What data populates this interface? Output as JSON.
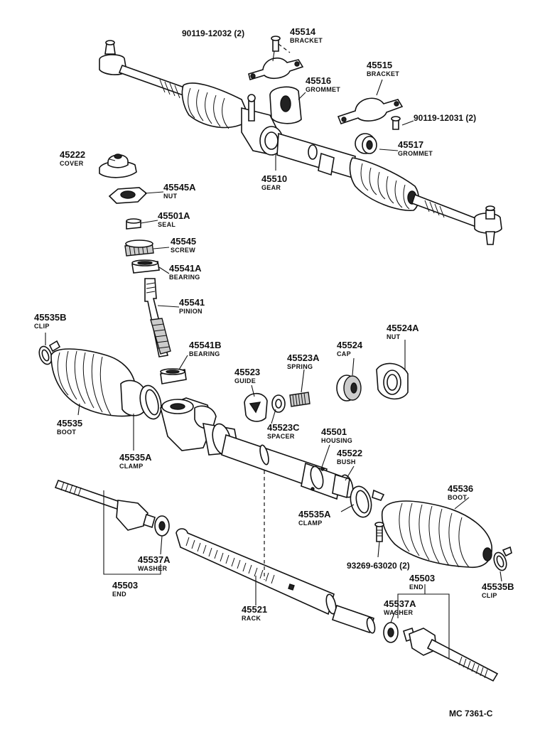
{
  "callouts": [
    {
      "id": "c1",
      "number": "90119-12032 (2)",
      "name": ""
    },
    {
      "id": "c2",
      "number": "45514",
      "name": "BRACKET"
    },
    {
      "id": "c3",
      "number": "45516",
      "name": "GROMMET"
    },
    {
      "id": "c4",
      "number": "45515",
      "name": "BRACKET"
    },
    {
      "id": "c5",
      "number": "90119-12031 (2)",
      "name": ""
    },
    {
      "id": "c6",
      "number": "45517",
      "name": "GROMMET"
    },
    {
      "id": "c7",
      "number": "45510",
      "name": "GEAR"
    },
    {
      "id": "c8",
      "number": "45222",
      "name": "COVER"
    },
    {
      "id": "c9",
      "number": "45545A",
      "name": "NUT"
    },
    {
      "id": "c10",
      "number": "45501A",
      "name": "SEAL"
    },
    {
      "id": "c11",
      "number": "45545",
      "name": "SCREW"
    },
    {
      "id": "c12",
      "number": "45541A",
      "name": "BEARING"
    },
    {
      "id": "c13",
      "number": "45541",
      "name": "PINION"
    },
    {
      "id": "c14",
      "number": "45535B",
      "name": "CLIP"
    },
    {
      "id": "c15",
      "number": "45541B",
      "name": "BEARING"
    },
    {
      "id": "c16",
      "number": "45524A",
      "name": "NUT"
    },
    {
      "id": "c17",
      "number": "45524",
      "name": "CAP"
    },
    {
      "id": "c18",
      "number": "45523A",
      "name": "SPRING"
    },
    {
      "id": "c19",
      "number": "45523",
      "name": "GUIDE"
    },
    {
      "id": "c20",
      "number": "45535",
      "name": "BOOT"
    },
    {
      "id": "c21",
      "number": "45523C",
      "name": "SPACER"
    },
    {
      "id": "c22",
      "number": "45501",
      "name": "HOUSING"
    },
    {
      "id": "c23",
      "number": "45522",
      "name": "BUSH"
    },
    {
      "id": "c24",
      "number": "45535A",
      "name": "CLAMP"
    },
    {
      "id": "c25",
      "number": "45536",
      "name": "BOOT"
    },
    {
      "id": "c26",
      "number": "45535A",
      "name": "CLAMP"
    },
    {
      "id": "c27",
      "number": "45537A",
      "name": "WASHER"
    },
    {
      "id": "c28",
      "number": "93269-63020 (2)",
      "name": ""
    },
    {
      "id": "c29",
      "number": "45535B",
      "name": "CLIP"
    },
    {
      "id": "c30",
      "number": "45503",
      "name": "END"
    },
    {
      "id": "c31",
      "number": "45503",
      "name": "END"
    },
    {
      "id": "c32",
      "number": "45537A",
      "name": "WASHER"
    },
    {
      "id": "c33",
      "number": "45521",
      "name": "RACK"
    }
  ],
  "drawing_code": "MC 7361-C"
}
